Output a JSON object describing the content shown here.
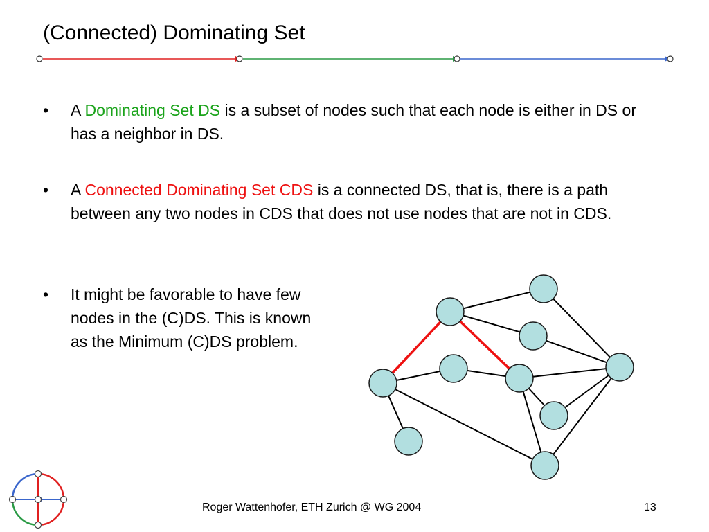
{
  "slide": {
    "title": "(Connected) Dominating Set",
    "bullets": [
      {
        "marker": "•",
        "prefix": "A",
        "highlight": "Dominating Set DS",
        "rest": "is a subset of nodes such that each node is either in DS or has a neighbor in DS."
      },
      {
        "marker": "•",
        "prefix": "A",
        "highlight": "Connected Dominating Set CDS",
        "rest": "is a connected DS, that is, there is a path between any two nodes in CDS that does not use nodes that are not in CDS."
      },
      {
        "marker": "•",
        "text": "It might be favorable to have few nodes in the (C)DS. This is known as the Minimum (C)DS problem."
      }
    ]
  },
  "footer": {
    "center": "Roger Wattenhofer, ETH Zurich @ WG 2004",
    "page": "13"
  },
  "colors": {
    "green_highlight": "#1aa31a",
    "red_highlight": "#ee1111",
    "node_fill": "#b2dfe0",
    "cds_edge": "#ee1111",
    "rule_red": "#e02020",
    "rule_green": "#2a9a45",
    "rule_blue": "#3a66cc"
  },
  "icons": {
    "logo": "network-logo-icon"
  }
}
